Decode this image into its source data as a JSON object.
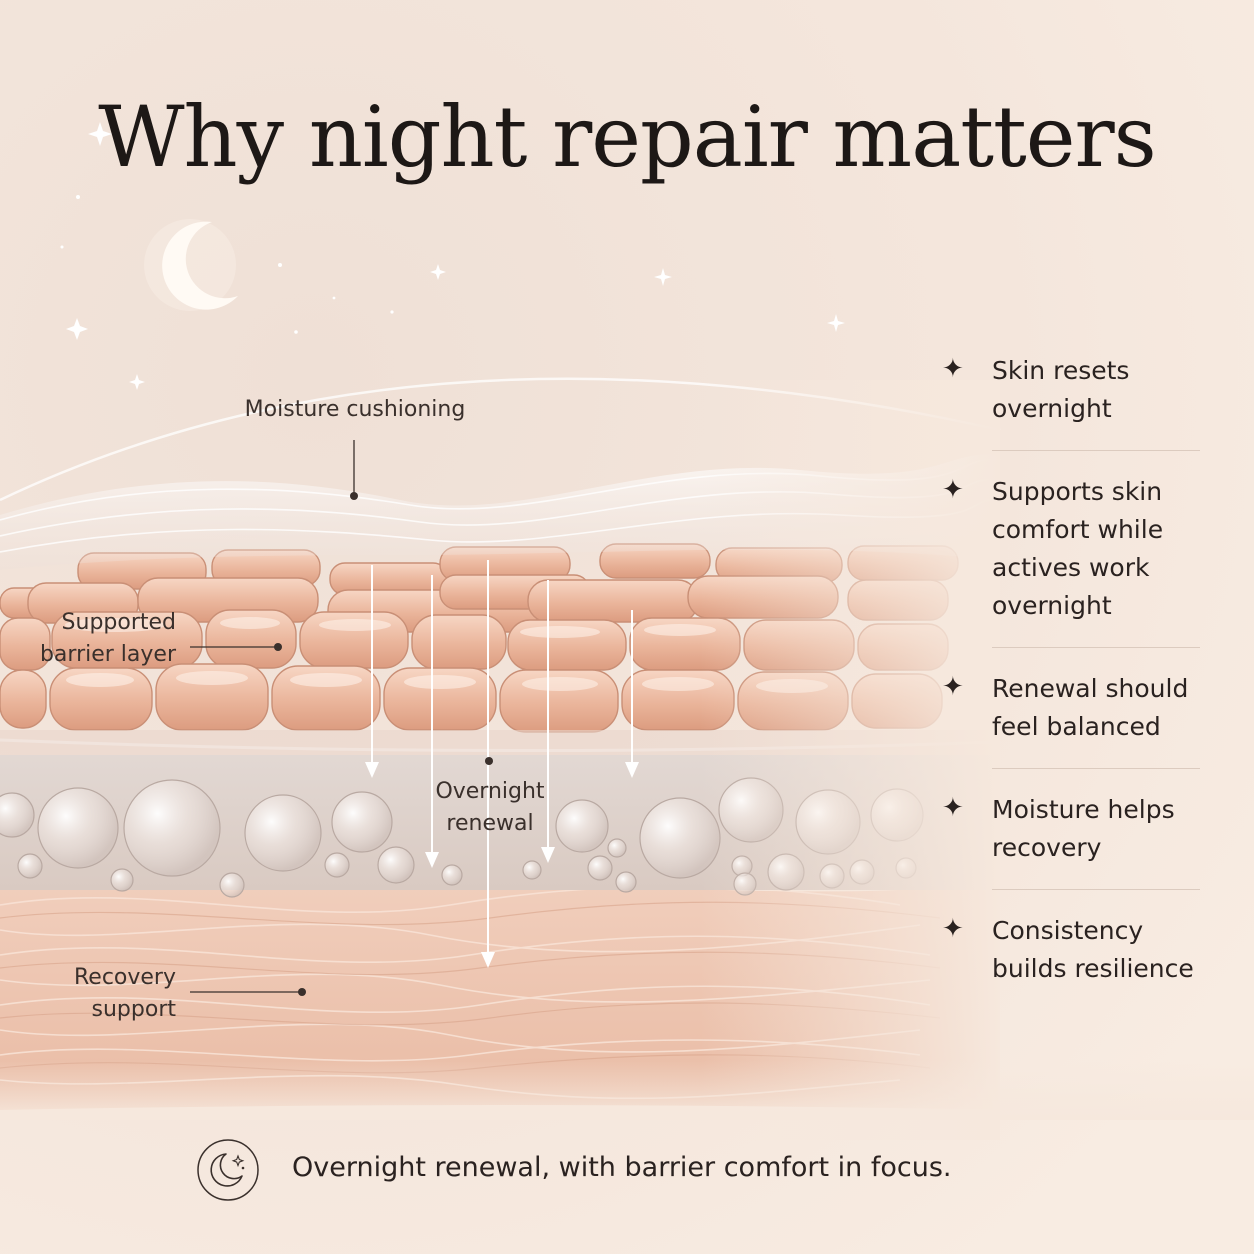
{
  "title": "Why night repair matters",
  "labels": {
    "moisture": "Moisture cushioning",
    "barrier_line1": "Supported",
    "barrier_line2": "barrier layer",
    "renewal_line1": "Overnight",
    "renewal_line2": "renewal",
    "recovery_line1": "Recovery",
    "recovery_line2": "support"
  },
  "benefits": [
    {
      "lines": [
        "Skin resets",
        "overnight"
      ]
    },
    {
      "lines": [
        "Supports skin",
        "comfort while",
        "actives work",
        "overnight"
      ]
    },
    {
      "lines": [
        "Renewal should",
        "feel balanced"
      ]
    },
    {
      "lines": [
        "Moisture helps",
        "recovery"
      ]
    },
    {
      "lines": [
        "Consistency",
        "builds resilience"
      ]
    }
  ],
  "bullet_glyph": "✦",
  "footer": {
    "text": "Overnight renewal, with barrier comfort in focus.",
    "icon": "moon-stars-icon"
  },
  "colors": {
    "background": "#f6e8dd",
    "cell": "#eab89f",
    "cell_highlight": "#f7d9c7",
    "dermis": "#efc7b2",
    "text": "#2a2220"
  }
}
